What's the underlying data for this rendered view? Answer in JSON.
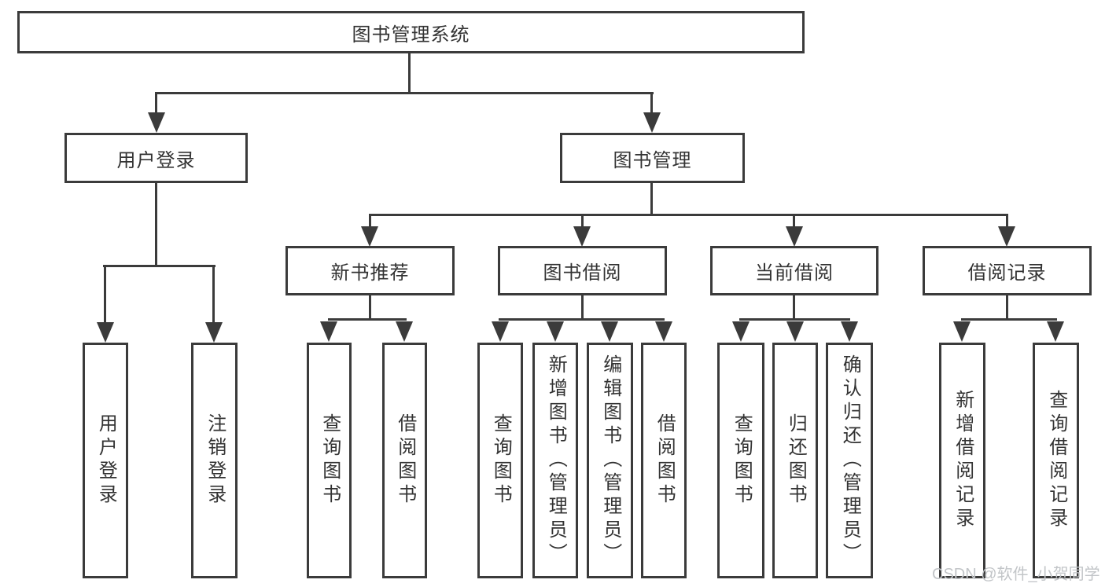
{
  "colors": {
    "line": "#3b3b3b",
    "text": "#333333",
    "watermark": "#c2c5c8",
    "background": "#ffffff"
  },
  "nodes": {
    "root": "图书管理系统",
    "user_login": "用户登录",
    "book_mgmt": "图书管理",
    "new_book_rec": "新书推荐",
    "book_borrow": "图书借阅",
    "current_borrow": "当前借阅",
    "borrow_record": "借阅记录",
    "leaf_user_login": "用户登录",
    "leaf_logout": "注销登录",
    "leaf_nb_query": "查询图书",
    "leaf_nb_borrow": "借阅图书",
    "leaf_bb_query": "查询图书",
    "leaf_bb_add": "新增图书（管理员）",
    "leaf_bb_edit": "编辑图书（管理员）",
    "leaf_bb_borrow": "借阅图书",
    "leaf_cb_query": "查询图书",
    "leaf_cb_return": "归还图书",
    "leaf_cb_confirm": "确认归还（管理员）",
    "leaf_br_add": "新增借阅记录",
    "leaf_br_query": "查询借阅记录"
  },
  "watermark": "CSDN @软件_小贺同学"
}
